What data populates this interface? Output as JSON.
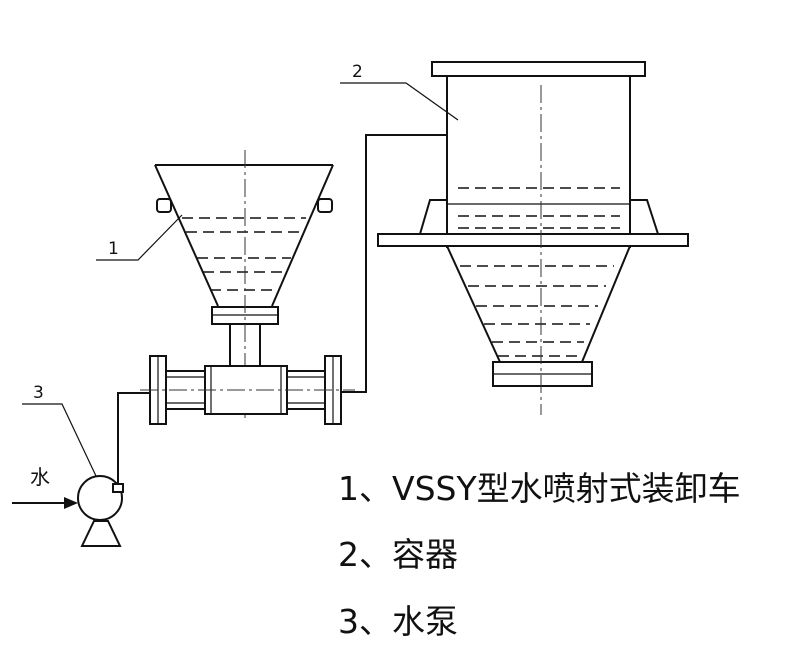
{
  "callouts": {
    "hopper": "1",
    "container": "2",
    "pump": "3",
    "water": "水"
  },
  "legend": [
    "1、VSSY型水喷射式装卸车",
    "2、容器",
    "3、水泵"
  ]
}
